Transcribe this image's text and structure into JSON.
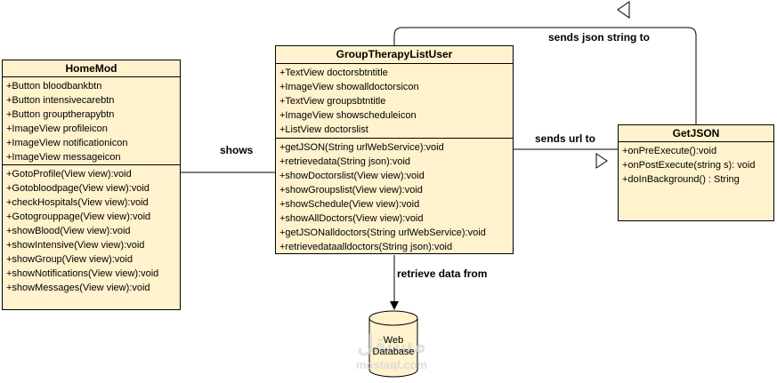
{
  "home_mod": {
    "title": "HomeMod",
    "attributes": [
      "+Button bloodbankbtn",
      "+Button intensivecarebtn",
      "+Button grouptherapybtn",
      "+ImageView profileicon",
      "+ImageView notificationicon",
      "+ImageView messageicon"
    ],
    "operations": [
      "+GotoProfile(View view):void",
      "+Gotobloodpage(View view):void",
      "+checkHospitals(View view):void",
      "+Gotogrouppage(View view):void",
      "+showBlood(View view):void",
      "+showIntensive(View view):void",
      "+showGroup(View view):void",
      "+showNotifications(View view):void",
      "+showMessages(View view):void"
    ]
  },
  "group_therapy": {
    "title": "GroupTherapyListUser",
    "attributes": [
      "+TextView  doctorsbtntitle",
      "+ImageView showalldoctorsicon",
      "+TextView groupsbtntitle",
      "+ImageView showscheduleicon",
      "+ListView doctorslist"
    ],
    "operations": [
      "+getJSON(String urlWebService):void",
      "+retrievedata(String json):void",
      "+showDoctorslist(View view):void",
      "+showGroupslist(View view):void",
      "+showSchedule(View view):void",
      "+showAllDoctors(View view):void",
      "+getJSONalldoctors(String urlWebService):void",
      "+retrievedataalldoctors(String json):void"
    ]
  },
  "get_json": {
    "title": "GetJSON",
    "operations": [
      "+onPreExecute():void",
      "+onPostExecute(string s): void",
      "+doInBackground() : String"
    ]
  },
  "labels": {
    "shows": "shows",
    "sends_url": "sends url to",
    "sends_json": "sends json string to",
    "retrieve": "retrieve data from"
  },
  "database": {
    "line1": "Web",
    "line2": "Database"
  },
  "watermark": {
    "logo": "مستقل",
    "site": "mostaql.com"
  },
  "colors": {
    "class_fill": "#fff2cc",
    "line": "#000000"
  }
}
